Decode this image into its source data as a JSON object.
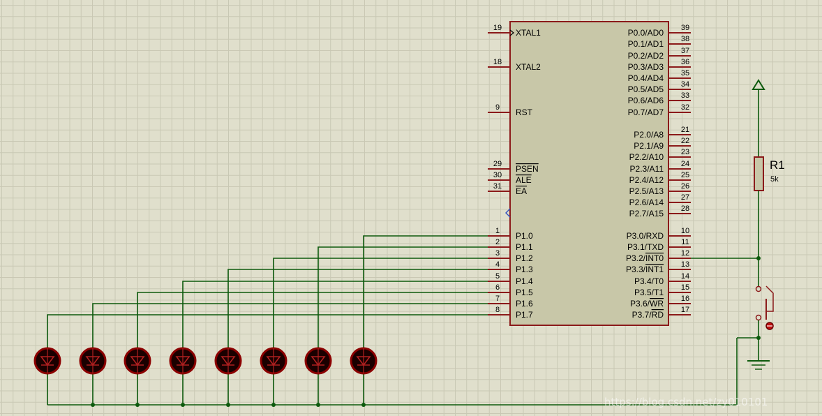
{
  "mcu": {
    "left_pins": [
      {
        "num": "19",
        "name": "XTAL1",
        "overline": false
      },
      {
        "num": "18",
        "name": "XTAL2",
        "overline": false
      },
      {
        "num": "9",
        "name": "RST",
        "overline": false
      },
      {
        "num": "29",
        "name": "PSEN",
        "overline": true
      },
      {
        "num": "30",
        "name": "ALE",
        "overline": true
      },
      {
        "num": "31",
        "name": "EA",
        "overline": true
      },
      {
        "num": "1",
        "name": "P1.0",
        "overline": false
      },
      {
        "num": "2",
        "name": "P1.1",
        "overline": false
      },
      {
        "num": "3",
        "name": "P1.2",
        "overline": false
      },
      {
        "num": "4",
        "name": "P1.3",
        "overline": false
      },
      {
        "num": "5",
        "name": "P1.4",
        "overline": false
      },
      {
        "num": "6",
        "name": "P1.5",
        "overline": false
      },
      {
        "num": "7",
        "name": "P1.6",
        "overline": false
      },
      {
        "num": "8",
        "name": "P1.7",
        "overline": false
      }
    ],
    "right_pins": [
      {
        "num": "39",
        "name": "P0.0/AD0"
      },
      {
        "num": "38",
        "name": "P0.1/AD1"
      },
      {
        "num": "37",
        "name": "P0.2/AD2"
      },
      {
        "num": "36",
        "name": "P0.3/AD3"
      },
      {
        "num": "35",
        "name": "P0.4/AD4"
      },
      {
        "num": "34",
        "name": "P0.5/AD5"
      },
      {
        "num": "33",
        "name": "P0.6/AD6"
      },
      {
        "num": "32",
        "name": "P0.7/AD7"
      },
      {
        "num": "21",
        "name": "P2.0/A8"
      },
      {
        "num": "22",
        "name": "P2.1/A9"
      },
      {
        "num": "23",
        "name": "P2.2/A10"
      },
      {
        "num": "24",
        "name": "P2.3/A11"
      },
      {
        "num": "25",
        "name": "P2.4/A12"
      },
      {
        "num": "26",
        "name": "P2.5/A13"
      },
      {
        "num": "27",
        "name": "P2.6/A14"
      },
      {
        "num": "28",
        "name": "P2.7/A15"
      },
      {
        "num": "10",
        "name": "P3.0/RXD",
        "ov": ""
      },
      {
        "num": "11",
        "name": "P3.1/TXD",
        "ov": ""
      },
      {
        "num": "12",
        "name": "P3.2/",
        "ov": "INT0"
      },
      {
        "num": "13",
        "name": "P3.3/",
        "ov": "INT1"
      },
      {
        "num": "14",
        "name": "P3.4/T0",
        "ov": ""
      },
      {
        "num": "15",
        "name": "P3.5/T1",
        "ov": ""
      },
      {
        "num": "16",
        "name": "P3.6/",
        "ov": "WR"
      },
      {
        "num": "17",
        "name": "P3.7/",
        "ov": "RD"
      }
    ]
  },
  "resistor": {
    "ref": "R1",
    "value": "5k"
  },
  "led_count": 8,
  "watermark": "https://blog.csdn.net/zy010101",
  "colors": {
    "sheet": "#e0dfcc",
    "chip_body": "#c8c7a8",
    "chip_border": "#8b1a1a",
    "pin": "#8b1a1a",
    "wire": "#0d5a0d",
    "led_fill": "#1a0000",
    "led_ring": "#8b0000"
  }
}
